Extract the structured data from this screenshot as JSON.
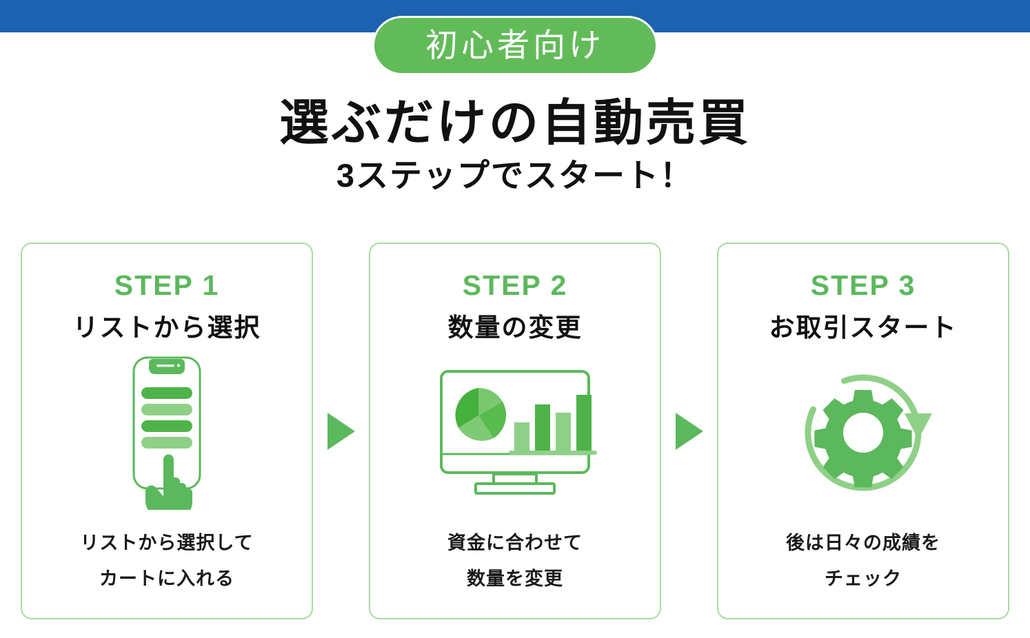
{
  "colors": {
    "header_blue": "#1c62b0",
    "badge_green": "#62bb59",
    "accent_green": "#5cb85c",
    "icon_green_dark": "#4fb34a",
    "icon_green_light": "#8fd088",
    "card_border": "#a8dca3",
    "text_black": "#111111",
    "white": "#ffffff"
  },
  "badge": {
    "text": "初心者向け"
  },
  "heading": {
    "main": "選ぶだけの自動売買",
    "sub": "3ステップでスタート！"
  },
  "steps": [
    {
      "label": "STEP 1",
      "title": "リストから選択",
      "icon": "smartphone-list-tap-icon",
      "caption_line1": "リストから選択して",
      "caption_line2": "カートに入れる"
    },
    {
      "label": "STEP 2",
      "title": "数量の変更",
      "icon": "monitor-charts-icon",
      "caption_line1": "資金に合わせて",
      "caption_line2": "数量を変更"
    },
    {
      "label": "STEP 3",
      "title": "お取引スタート",
      "icon": "gear-refresh-icon",
      "caption_line1": "後は日々の成績を",
      "caption_line2": "チェック"
    }
  ],
  "separators": [
    {
      "icon": "arrow-right-icon"
    },
    {
      "icon": "arrow-right-icon"
    }
  ]
}
